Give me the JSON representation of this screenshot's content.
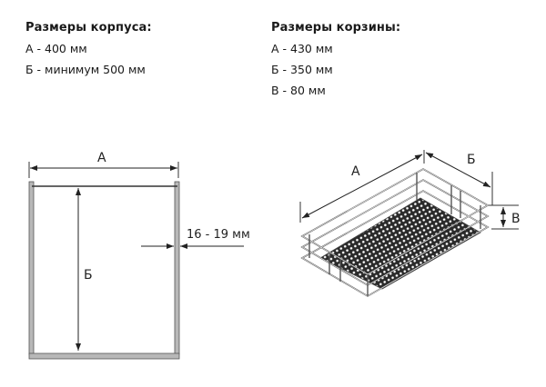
{
  "body_spec": {
    "title": "Размеры корпуса:",
    "lines": [
      "А - 400  мм",
      "Б - минимум 500 мм"
    ]
  },
  "basket_spec": {
    "title": "Размеры корзины:",
    "lines": [
      "А - 430 мм",
      "Б - 350 мм",
      "В - 80 мм"
    ]
  },
  "cabinet_diagram": {
    "label_width": "А",
    "label_depth": "Б",
    "label_wall": "16 - 19 мм",
    "panel_color": "#b8b8b8",
    "line_color": "#333333"
  },
  "basket_diagram": {
    "label_length": "А",
    "label_width": "Б",
    "label_height": "В",
    "mesh_color": "#2a2a2a",
    "wire_color": "#555555"
  }
}
